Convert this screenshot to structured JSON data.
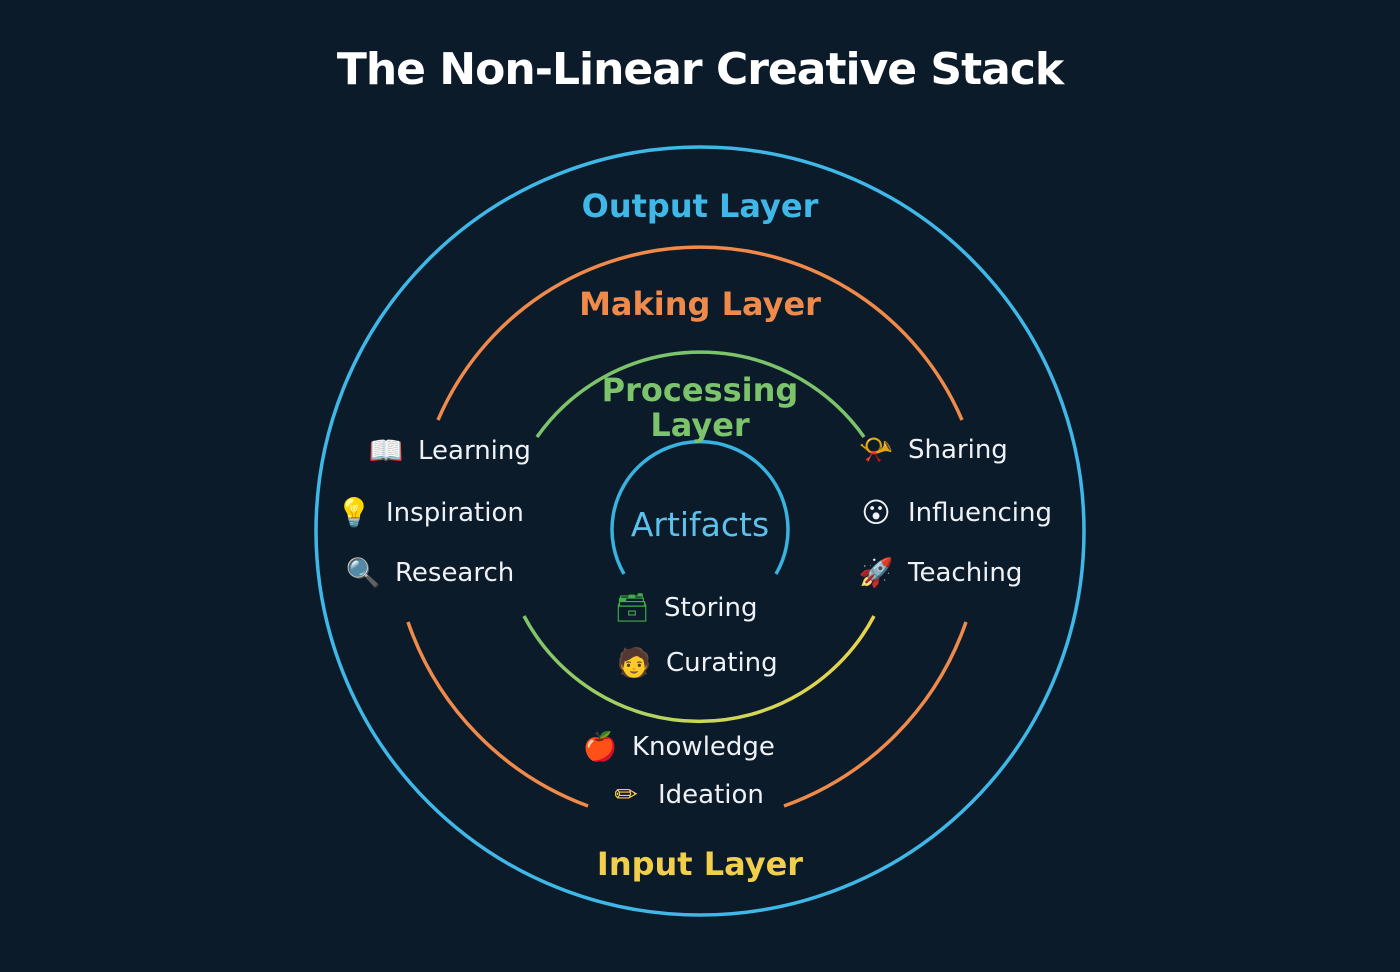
{
  "title": "The Non-Linear Creative Stack",
  "colors": {
    "background": "#0c1b2a",
    "output": "#3fb8e8",
    "making": "#ef8a4a",
    "processing": "#7cc46b",
    "artifacts": "#38b3e0",
    "input": "#f2cf4a"
  },
  "layers": {
    "output": "Output Layer",
    "making": "Making Layer",
    "processing_line1": "Processing",
    "processing_line2": "Layer",
    "artifacts": "Artifacts",
    "input": "Input Layer"
  },
  "items": {
    "learning": {
      "icon": "open-book-icon",
      "glyph": "📖",
      "label": "Learning"
    },
    "inspiration": {
      "icon": "light-bulb-icon",
      "glyph": "💡",
      "label": "Inspiration"
    },
    "research": {
      "icon": "magnifier-icon",
      "glyph": "🔍",
      "label": "Research"
    },
    "sharing": {
      "icon": "horn-icon",
      "glyph": "📯",
      "label": "Sharing"
    },
    "influencing": {
      "icon": "face-icon",
      "glyph": "😮",
      "label": "Influencing"
    },
    "teaching": {
      "icon": "rocket-icon",
      "glyph": "🚀",
      "label": "Teaching"
    },
    "storing": {
      "icon": "card-box-icon",
      "glyph": "🗃",
      "label": "Storing"
    },
    "curating": {
      "icon": "person-at-desk-icon",
      "glyph": "🧑",
      "label": "Curating"
    },
    "knowledge": {
      "icon": "apple-icon",
      "glyph": "🍎",
      "label": "Knowledge"
    },
    "ideation": {
      "icon": "pencil-cup-icon",
      "glyph": "✏",
      "label": "Ideation"
    }
  }
}
